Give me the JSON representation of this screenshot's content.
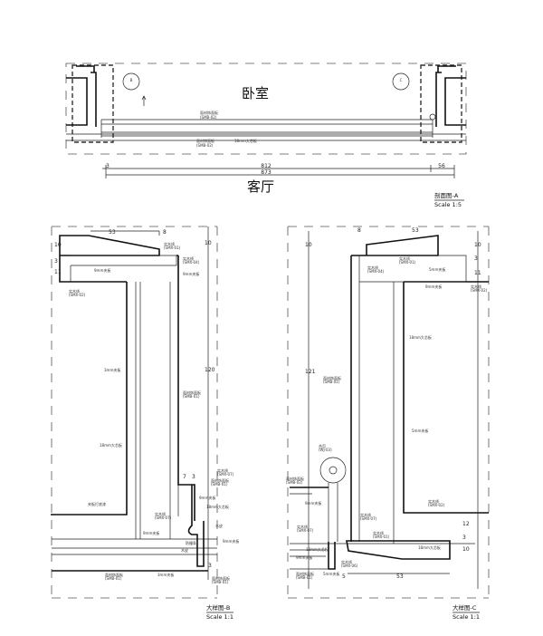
{
  "section_a": {
    "room_top": "卧室",
    "room_bottom": "客厅",
    "marker_b": "B",
    "marker_c": "C",
    "label_top": "面材饰面板",
    "label_top_code": "(SMB-02)",
    "label_bottom": "面材饰面板",
    "label_bottom_code": "(SMB-02)",
    "label_core": "18mm大芯板",
    "dim_left": "3",
    "dim_main": "812",
    "dim_right": "56",
    "dim_total": "873",
    "title": "剖面图-A",
    "scale": "Scale 1:5"
  },
  "detail_b": {
    "dims": [
      "53",
      "8",
      "10",
      "3",
      "11",
      "10",
      "120",
      "7",
      "3",
      "3"
    ],
    "labels": [
      {
        "text": "实木线",
        "code": "(SMX-01)"
      },
      {
        "text": "实木线",
        "code": "(SMX-04)"
      },
      {
        "text": "9mm夹板",
        "code": ""
      },
      {
        "text": "9mm夹板",
        "code": ""
      },
      {
        "text": "实木线",
        "code": "(SMX-02)"
      },
      {
        "text": "3mm夹板",
        "code": ""
      },
      {
        "text": "面材饰面板",
        "code": "(SMB-01)"
      },
      {
        "text": "18mm大芯板",
        "code": ""
      },
      {
        "text": "实木线",
        "code": "(SMX-07)"
      },
      {
        "text": "面材饰面板",
        "code": "(SMB-01)"
      },
      {
        "text": "9mm夹板",
        "code": ""
      },
      {
        "text": "18mm大芯板",
        "code": ""
      },
      {
        "text": "夹板打底漆",
        "code": ""
      },
      {
        "text": "实木线",
        "code": "(SMX-07)"
      },
      {
        "text": "木皮",
        "code": ""
      },
      {
        "text": "9mm夹板",
        "code": ""
      },
      {
        "text": "防撞条",
        "code": ""
      },
      {
        "text": "9mm夹板",
        "code": ""
      },
      {
        "text": "木皮",
        "code": ""
      },
      {
        "text": "面材饰面板",
        "code": "(SMB-01)"
      },
      {
        "text": "3mm夹板",
        "code": ""
      },
      {
        "text": "面材饰面板",
        "code": "(SMB-01)"
      }
    ],
    "title": "大样图-B",
    "scale": "Scale 1:1"
  },
  "detail_c": {
    "dims": [
      "8",
      "53",
      "10",
      "10",
      "3",
      "11",
      "121",
      "12",
      "3",
      "10",
      "5",
      "53"
    ],
    "labels": [
      {
        "text": "实木线",
        "code": "(SMX-01)"
      },
      {
        "text": "实木线",
        "code": "(SMX-04)"
      },
      {
        "text": "5mm夹板",
        "code": ""
      },
      {
        "text": "9mm夹板",
        "code": ""
      },
      {
        "text": "实木线",
        "code": "(SMX-02)"
      },
      {
        "text": "18mm大芯板",
        "code": ""
      },
      {
        "text": "面材饰面板",
        "code": "(SMB-01)"
      },
      {
        "text": "5mm夹板",
        "code": ""
      },
      {
        "text": "合页",
        "code": "(WJ-03)"
      },
      {
        "text": "面材饰面板",
        "code": "(SMB-02)"
      },
      {
        "text": "9mm夹板",
        "code": ""
      },
      {
        "text": "实木线",
        "code": "(SMX-07)"
      },
      {
        "text": "实木线",
        "code": "(SMX-07)"
      },
      {
        "text": "实木线",
        "code": "(SMX-01)"
      },
      {
        "text": "实木线",
        "code": "(SMX-02)"
      },
      {
        "text": "18mm大芯板",
        "code": ""
      },
      {
        "text": "18mm大芯板",
        "code": ""
      },
      {
        "text": "9mm夹板",
        "code": ""
      },
      {
        "text": "实木线",
        "code": "(SMX-06)"
      },
      {
        "text": "面材饰面板",
        "code": "(SMB-01)"
      },
      {
        "text": "5mm夹板",
        "code": ""
      }
    ],
    "title": "大样图-C",
    "scale": "Scale 1:1"
  }
}
